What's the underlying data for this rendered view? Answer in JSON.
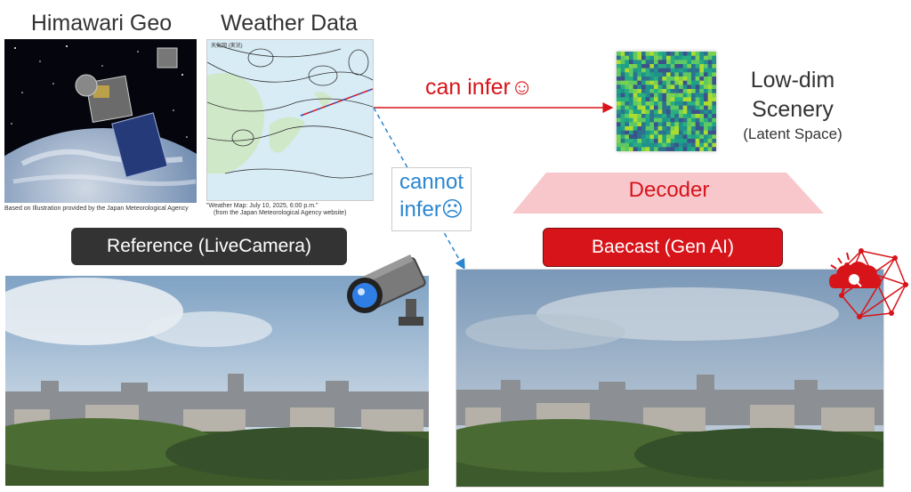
{
  "panels": {
    "himawari_title": "Himawari Geo",
    "weather_title": "Weather Data",
    "himawari_credit": "Based on Illustration provided by the Japan Meteorological Agency",
    "weather_caption_1": "\"Weather Map: July 10, 2025, 6:00 p.m.\"",
    "weather_caption_2": "(from the Japan Meteorological Agency website)",
    "weather_map_header": "天気図 (実況)"
  },
  "arrows": {
    "can_infer": "can infer☺",
    "cannot_line1": "cannot",
    "cannot_line2": "infer☹"
  },
  "latent": {
    "line1": "Low-dim",
    "line2": "Scenery",
    "line3": "(Latent Space)"
  },
  "decoder_label": "Decoder",
  "reference_label": "Reference (LiveCamera)",
  "baecast_label": "Baecast (Gen AI)",
  "colors": {
    "red_accent": "#d7141a",
    "dark_pill": "#333333",
    "decoder_fill": "#f8c7cc",
    "arrow_blue": "#2a86d0"
  },
  "icons": [
    "camera-icon",
    "cloud-network-icon",
    "satellite-icon"
  ]
}
